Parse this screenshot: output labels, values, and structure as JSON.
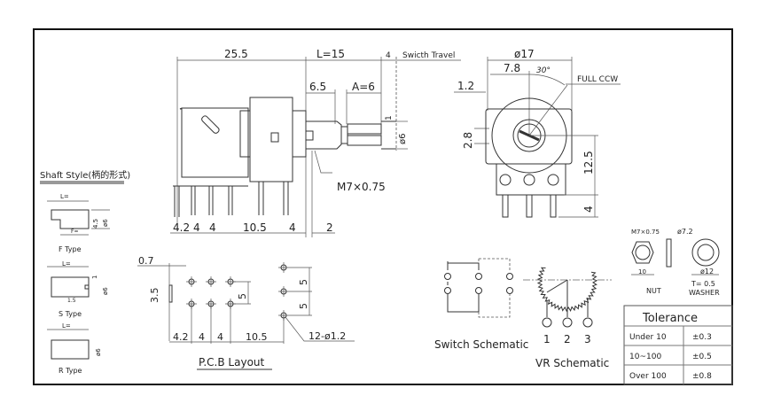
{
  "shaft_style": {
    "title": "Shaft Style(柄的形式)",
    "f_type": {
      "label": "F Type",
      "l": "L=",
      "f": "F=",
      "d1": "4.5",
      "d2": "ø6"
    },
    "s_type": {
      "label": "S Type",
      "l": "L=",
      "slot": "1",
      "d2": "ø6",
      "depth": "1.5"
    },
    "r_type": {
      "label": "R Type",
      "l": "L=",
      "d2": "ø6"
    }
  },
  "side_view": {
    "body_len": "25.5",
    "shaft_len": "L=15",
    "travel_val": "4",
    "travel_label": "Swicth Travel",
    "bushing": "6.5",
    "knurl": "A=6",
    "slot": "1",
    "shaft_dia": "ø6",
    "thread": "M7×0.75",
    "pins": [
      "4.2",
      "4",
      "4",
      "10.5",
      "4",
      "2"
    ]
  },
  "front_view": {
    "dia": "ø17",
    "offset": "7.8",
    "angle": "30°",
    "full_ccw": "FULL CCW",
    "edge": "1.2",
    "tab": "2.8",
    "height": "12.5",
    "pin": "4"
  },
  "nut": {
    "thread": "M7×0.75",
    "width": "10",
    "label": "NUT"
  },
  "washer": {
    "inner": "ø7.2",
    "outer": "ø12",
    "thickness": "T= 0.5",
    "label": "WASHER"
  },
  "tolerance": {
    "title": "Tolerance",
    "rows": [
      {
        "range": "Under 10",
        "value": "±0.3"
      },
      {
        "range": "10~100",
        "value": "±0.5"
      },
      {
        "range": "Over 100",
        "value": "±0.8"
      }
    ]
  },
  "pcb": {
    "title": "P.C.B Layout",
    "tab_w": "0.7",
    "tab_h": "3.5",
    "row_pitch": "5",
    "sw_pitch": [
      "5",
      "5"
    ],
    "dims": [
      "4.2",
      "4",
      "4",
      "10.5"
    ],
    "holes": "12-ø1.2"
  },
  "switch_schematic": {
    "title": "Switch Schematic"
  },
  "vr_schematic": {
    "title": "VR Schematic",
    "pins": [
      "1",
      "2",
      "3"
    ]
  }
}
